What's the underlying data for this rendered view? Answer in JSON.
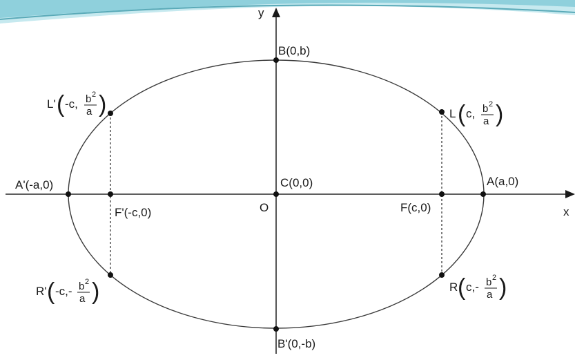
{
  "axes": {
    "x_label": "x",
    "y_label": "y",
    "origin_label": "O"
  },
  "points": {
    "B": {
      "text": "B(0,b)"
    },
    "B_prime": {
      "text": "B'(0,-b)"
    },
    "A": {
      "text": "A(a,0)"
    },
    "A_prime": {
      "text": "A'(-a,0)"
    },
    "C": {
      "text": "C(0,0)"
    },
    "F": {
      "text": "F(c,0)"
    },
    "F_prime": {
      "text": "F'(-c,0)"
    },
    "L": {
      "name": "L",
      "x": "c",
      "y_sign": "",
      "num": "b",
      "exp": "2",
      "den": "a"
    },
    "L_prime": {
      "name": "L'",
      "x": "-c",
      "y_sign": "",
      "num": "b",
      "exp": "2",
      "den": "a"
    },
    "R": {
      "name": "R",
      "x": "c",
      "y_sign": "-",
      "num": "b",
      "exp": "2",
      "den": "a"
    },
    "R_prime": {
      "name": "R'",
      "x": "-c",
      "y_sign": "-",
      "num": "b",
      "exp": "2",
      "den": "a"
    }
  },
  "colors": {
    "axis": "#2a2a2a",
    "ellipse": "#3a3a3a",
    "banner": "#a9dde6",
    "banner_dark": "#5aaab8"
  }
}
